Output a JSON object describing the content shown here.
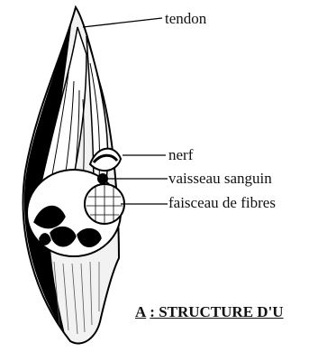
{
  "labels": {
    "tendon": "tendon",
    "nerf": "nerf",
    "vaisseau": "vaisseau sanguin",
    "faisceau": "faisceau de fibres"
  },
  "caption": {
    "letter": "A",
    "text": ": STRUCTURE D'U"
  }
}
